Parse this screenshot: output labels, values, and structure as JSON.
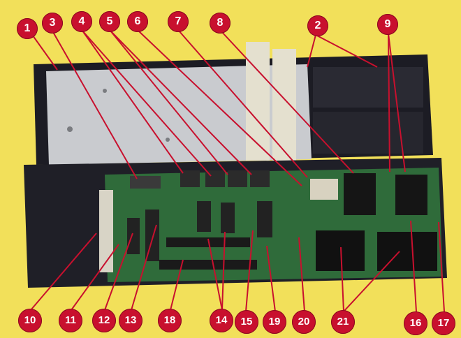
{
  "callouts": [
    "1",
    "2",
    "3",
    "4",
    "5",
    "6",
    "7",
    "8",
    "9",
    "10",
    "11",
    "12",
    "13",
    "14",
    "15",
    "16",
    "17",
    "18",
    "19",
    "20",
    "21"
  ],
  "colors": {
    "background": "#f2e05a",
    "badge": "#c8102e",
    "leader_line": "#c8102e",
    "case": "#1c1c24",
    "board": "#2f6b3a",
    "shield": "#c9cbcf"
  }
}
